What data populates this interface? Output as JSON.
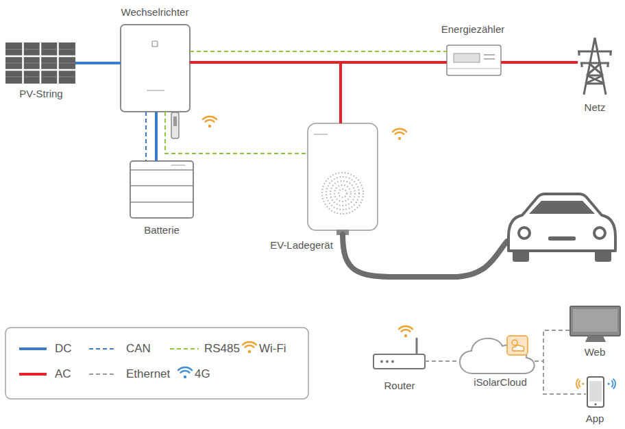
{
  "diagram": {
    "nodes": [
      {
        "text": [
          "PV-String"
        ]
      },
      {
        "text": [
          "Wechselrichter"
        ]
      },
      {
        "text": [
          "Energiezähler"
        ]
      },
      {
        "text": [
          "Netz"
        ]
      },
      {
        "text": [
          "Batterie"
        ]
      },
      {
        "text": [
          "EV-Ladegerät"
        ]
      },
      {
        "text": [
          "Router"
        ]
      },
      {
        "text": [
          "iSolarCloud"
        ]
      },
      {
        "text": [
          "Web"
        ]
      },
      {
        "text": [
          "App"
        ]
      }
    ],
    "edges": [
      {
        "from": 0,
        "to": 1,
        "arrow": "none"
      },
      {
        "from": 1,
        "to": 2,
        "arrow": "none"
      },
      {
        "from": 1,
        "to": 2,
        "arrow": "none"
      },
      {
        "from": 1,
        "to": 5,
        "arrow": "none"
      },
      {
        "from": 2,
        "to": 3,
        "arrow": "none"
      },
      {
        "from": 1,
        "to": 4,
        "arrow": "none"
      },
      {
        "from": 1,
        "to": 4,
        "arrow": "none"
      },
      {
        "from": 1,
        "to": 5,
        "arrow": "none"
      },
      {
        "from": 6,
        "to": 7,
        "arrow": "none"
      },
      {
        "from": 7,
        "to": 8,
        "arrow": "none"
      },
      {
        "from": 7,
        "to": 9,
        "arrow": "none"
      }
    ],
    "legend": [
      {
        "text": "DC"
      },
      {
        "text": "CAN"
      },
      {
        "text": "RS485"
      },
      {
        "text": "Wi-Fi"
      },
      {
        "text": "AC"
      },
      {
        "text": "Ethernet"
      },
      {
        "text": "4G"
      }
    ]
  }
}
